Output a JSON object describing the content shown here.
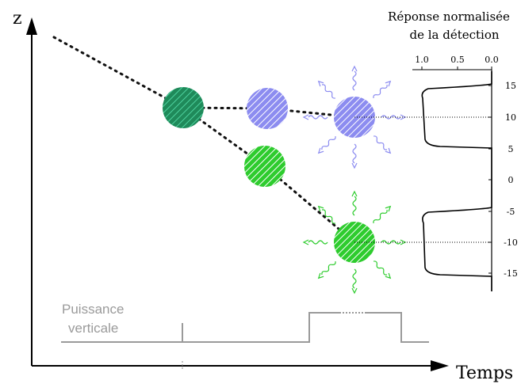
{
  "axes": {
    "y_label": "z",
    "x_label": "Temps"
  },
  "detection_panel": {
    "title_line1": "Réponse normalisée",
    "title_line2": "de la détection",
    "top_ticks": [
      "1.0",
      "0.5",
      "0.0"
    ],
    "right_ticks": [
      "15",
      "10",
      "5",
      "0",
      "-5",
      "-10",
      "-15"
    ]
  },
  "power": {
    "label_line1": "Puissance",
    "label_line2": "verticale"
  },
  "colors": {
    "green_dark": "#1f8a5a",
    "green": "#2ecc2e",
    "blue": "#8c8cf0",
    "axis": "#000000",
    "power_line": "#9a9a9a"
  },
  "icons": {
    "arrow": "arrow-head-icon"
  }
}
